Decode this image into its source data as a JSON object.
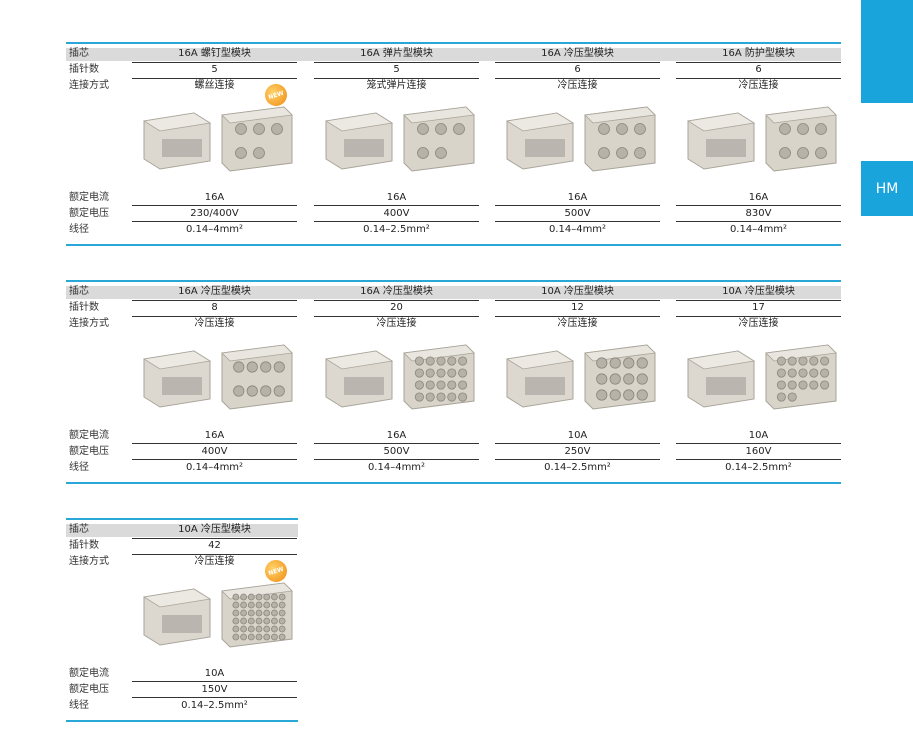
{
  "side_tab": {
    "label": "HM"
  },
  "row_labels": {
    "core": "插芯",
    "pins": "插针数",
    "connection": "连接方式",
    "current": "额定电流",
    "voltage": "额定电压",
    "wire": "线径"
  },
  "badge_text": "NEW",
  "blocks": [
    {
      "modules": [
        {
          "name": "16A 螺钉型模块",
          "pins": "5",
          "connection": "螺丝连接",
          "current": "16A",
          "voltage": "230/400V",
          "wire": "0.14–4mm²",
          "is_new": true,
          "image": "screw-terminal-module-photo"
        },
        {
          "name": "16A 弹片型模块",
          "pins": "5",
          "connection": "笼式弹片连接",
          "current": "16A",
          "voltage": "400V",
          "wire": "0.14–2.5mm²",
          "is_new": false,
          "image": "cage-clamp-module-photo"
        },
        {
          "name": "16A 冷压型模块",
          "pins": "6",
          "connection": "冷压连接",
          "current": "16A",
          "voltage": "500V",
          "wire": "0.14–4mm²",
          "is_new": false,
          "image": "crimp-module-6pin-photo"
        },
        {
          "name": "16A 防护型模块",
          "pins": "6",
          "connection": "冷压连接",
          "current": "16A",
          "voltage": "830V",
          "wire": "0.14–4mm²",
          "is_new": false,
          "image": "protected-module-6pin-photo"
        }
      ]
    },
    {
      "modules": [
        {
          "name": "16A 冷压型模块",
          "pins": "8",
          "connection": "冷压连接",
          "current": "16A",
          "voltage": "400V",
          "wire": "0.14–4mm²",
          "is_new": false,
          "image": "crimp-module-8pin-photo"
        },
        {
          "name": "16A 冷压型模块",
          "pins": "20",
          "connection": "冷压连接",
          "current": "16A",
          "voltage": "500V",
          "wire": "0.14–4mm²",
          "is_new": false,
          "image": "crimp-module-20pin-photo"
        },
        {
          "name": "10A 冷压型模块",
          "pins": "12",
          "connection": "冷压连接",
          "current": "10A",
          "voltage": "250V",
          "wire": "0.14–2.5mm²",
          "is_new": false,
          "image": "crimp-module-12pin-photo"
        },
        {
          "name": "10A 冷压型模块",
          "pins": "17",
          "connection": "冷压连接",
          "current": "10A",
          "voltage": "160V",
          "wire": "0.14–2.5mm²",
          "is_new": false,
          "image": "crimp-module-17pin-photo"
        }
      ]
    },
    {
      "modules": [
        {
          "name": "10A 冷压型模块",
          "pins": "42",
          "connection": "冷压连接",
          "current": "10A",
          "voltage": "150V",
          "wire": "0.14–2.5mm²",
          "is_new": true,
          "image": "crimp-module-42pin-photo"
        }
      ]
    }
  ]
}
